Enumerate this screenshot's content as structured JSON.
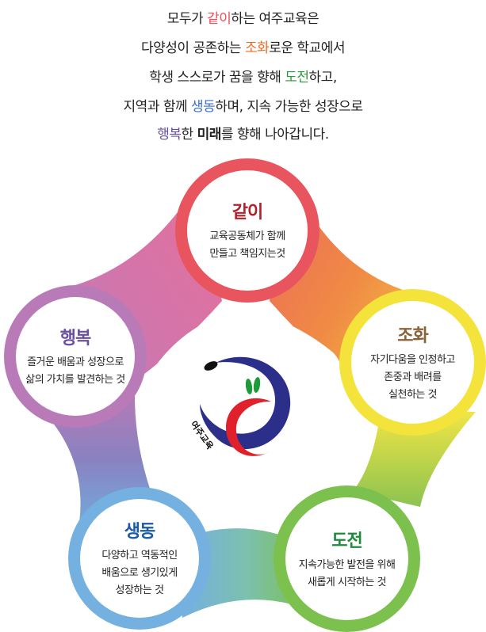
{
  "intro": {
    "lines": [
      {
        "parts": [
          {
            "text": "모두가 ",
            "color": "#222222"
          },
          {
            "text": "같이",
            "color": "#e94e5b"
          },
          {
            "text": "하는 여주교육은",
            "color": "#222222"
          }
        ]
      },
      {
        "parts": [
          {
            "text": "다양성이 공존하는 ",
            "color": "#222222"
          },
          {
            "text": "조화",
            "color": "#ef6a1e"
          },
          {
            "text": "로운 학교에서",
            "color": "#222222"
          }
        ]
      },
      {
        "parts": [
          {
            "text": "학생 스스로가 꿈을 향해 ",
            "color": "#222222"
          },
          {
            "text": "도전",
            "color": "#2c9a3a"
          },
          {
            "text": "하고,",
            "color": "#222222"
          }
        ]
      },
      {
        "parts": [
          {
            "text": "지역과 함께 ",
            "color": "#222222"
          },
          {
            "text": "생동",
            "color": "#3a6fc8"
          },
          {
            "text": "하며, 지속 가능한 성장으로",
            "color": "#222222"
          }
        ]
      },
      {
        "parts": [
          {
            "text": "행복",
            "color": "#6a4fa0"
          },
          {
            "text": "한 ",
            "color": "#222222"
          },
          {
            "text": "미래",
            "color": "#222222",
            "bold": true
          },
          {
            "text": "를 향해 나아갑니다.",
            "color": "#222222"
          }
        ]
      }
    ]
  },
  "center": {
    "logo_text": "여주교육",
    "logo_colors": {
      "navy": "#2b2f8a",
      "red": "#e0202a",
      "green": "#1f9a3a",
      "black": "#111111"
    }
  },
  "nodes": [
    {
      "id": "together",
      "title": "같이",
      "title_color": "#b3202b",
      "ring_color": "#e8555f",
      "desc": [
        "교육공동체가 함께",
        "만들고 책임지는것"
      ]
    },
    {
      "id": "harmony",
      "title": "조화",
      "title_color": "#8a6238",
      "ring_color": "#f4e33a",
      "desc": [
        "자기다움을 인정하고",
        "존중과 배려를",
        "실천하는 것"
      ]
    },
    {
      "id": "challenge",
      "title": "도전",
      "title_color": "#1f8a3c",
      "ring_color": "#7cc04e",
      "desc": [
        "지속가능한 발전을 위해",
        "새롭게 시작하는 것"
      ]
    },
    {
      "id": "vitality",
      "title": "생동",
      "title_color": "#1a5aa6",
      "ring_color": "#74b0e0",
      "desc": [
        "다양하고 역동적인",
        "배움으로 생기있게",
        "성장하는 것"
      ]
    },
    {
      "id": "happiness",
      "title": "행복",
      "title_color": "#6a4fa0",
      "ring_color": "#b97bb8",
      "desc": [
        "즐거운 배움과 성장으로",
        "삶의 가치를 발견하는 것"
      ]
    }
  ]
}
